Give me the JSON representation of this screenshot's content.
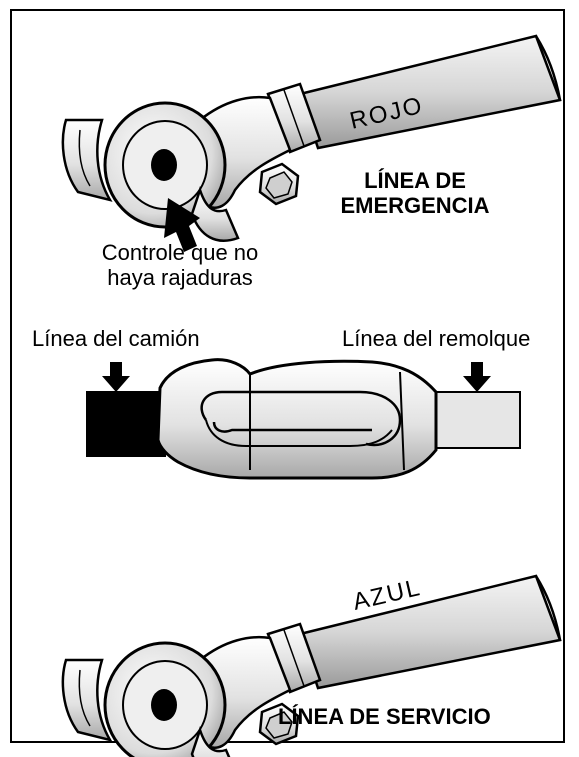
{
  "emergency": {
    "hose_label": "ROJO",
    "title_line1": "LÍNEA DE",
    "title_line2": "EMERGENCIA",
    "check_line1": "Controle que no",
    "check_line2": "haya rajaduras"
  },
  "coupling": {
    "truck_line_label": "Línea del camión",
    "trailer_line_label": "Línea del remolque"
  },
  "service": {
    "hose_label": "AZUL",
    "title": "LÍNEA DE SERVICIO"
  }
}
